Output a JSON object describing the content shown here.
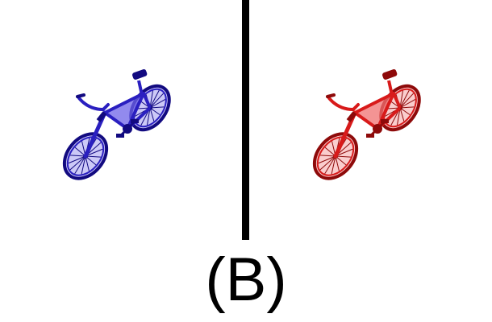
{
  "caption": "(B)",
  "bikes": [
    {
      "icon": "bicycle-icon",
      "side": "left",
      "color": "#2a1fc0",
      "dark": "#120a80",
      "light": "#6e63e8"
    },
    {
      "icon": "bicycle-icon",
      "side": "right",
      "color": "#d81a1a",
      "dark": "#8e0a0a",
      "light": "#f07070"
    }
  ],
  "divider_color": "#000000"
}
